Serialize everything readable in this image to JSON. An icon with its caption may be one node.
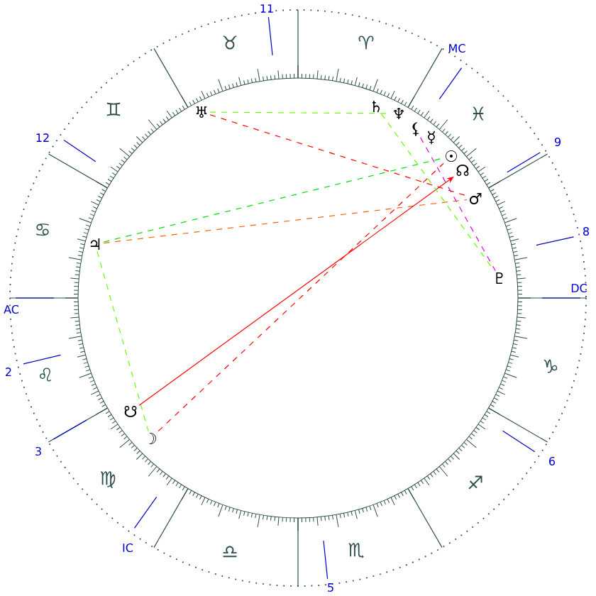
{
  "diagram": {
    "nodes": [
      {
        "text": [
          "♅"
        ]
      },
      {
        "text": [
          "♄"
        ]
      },
      {
        "text": [
          "♆"
        ]
      },
      {
        "text": [
          "⚸"
        ]
      },
      {
        "text": [
          "☿"
        ]
      },
      {
        "text": [
          "☉"
        ]
      },
      {
        "text": [
          "☊"
        ]
      },
      {
        "text": [
          "♂"
        ]
      },
      {
        "text": [
          "♇"
        ]
      },
      {
        "text": [
          "♃"
        ]
      },
      {
        "text": [
          "☋"
        ]
      },
      {
        "text": [
          "☽"
        ]
      }
    ],
    "edges": [
      {
        "from": 0,
        "to": 2,
        "arrow": "none",
        "style": "dashed",
        "color": "#66ff00"
      },
      {
        "from": 0,
        "to": 7,
        "arrow": "none",
        "style": "dashed",
        "color": "#ff0000"
      },
      {
        "from": 9,
        "to": 5,
        "arrow": "none",
        "style": "dashed",
        "color": "#00dd00"
      },
      {
        "from": 9,
        "to": 7,
        "arrow": "none",
        "style": "dashed",
        "color": "#ff6000"
      },
      {
        "from": 9,
        "to": 11,
        "arrow": "none",
        "style": "dashed",
        "color": "#66ff00"
      },
      {
        "from": 10,
        "to": 6,
        "arrow": "to",
        "color": "#ff0000"
      },
      {
        "from": 11,
        "to": 5,
        "arrow": "none",
        "style": "dashed",
        "color": "#ff0000"
      },
      {
        "from": 3,
        "to": 8,
        "arrow": "none",
        "style": "dashed",
        "color": "#dd00dd"
      },
      {
        "from": 1,
        "to": 8,
        "arrow": "none",
        "style": "dashed",
        "color": "#66ff00"
      }
    ],
    "labels": [
      "11",
      "♉",
      "♈",
      "MC",
      "♊",
      "♓",
      "12",
      "9",
      "♋",
      "8",
      "DC",
      "AC",
      "♌",
      "♑",
      "2",
      "3",
      "6",
      "♍",
      "♐",
      "IC",
      "♎",
      "♏",
      "5"
    ]
  }
}
